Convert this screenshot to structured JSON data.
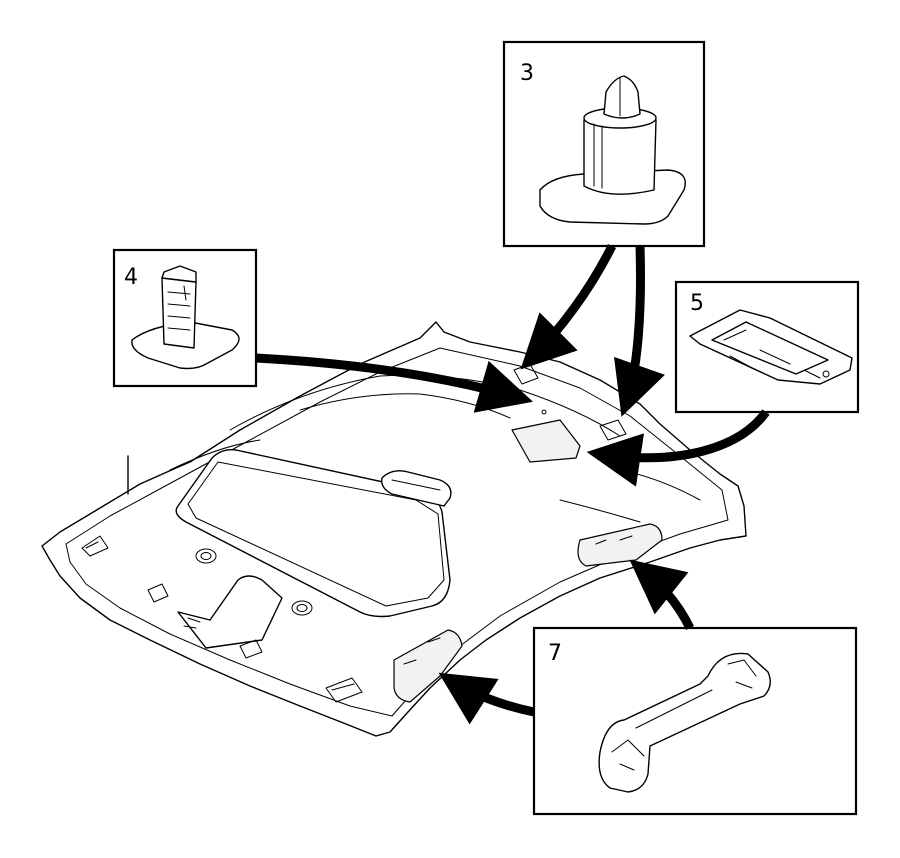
{
  "callouts": [
    {
      "id": "3",
      "label": "3"
    },
    {
      "id": "4",
      "label": "4"
    },
    {
      "id": "5",
      "label": "5"
    },
    {
      "id": "7",
      "label": "7"
    }
  ],
  "icons": {
    "headliner": "headliner-panel-icon",
    "clip_4": "retaining-clip-icon",
    "clip_5": "push-pin-fastener-icon",
    "frame_3": "sunroof-frame-icon",
    "handle_7": "grab-handle-icon"
  }
}
